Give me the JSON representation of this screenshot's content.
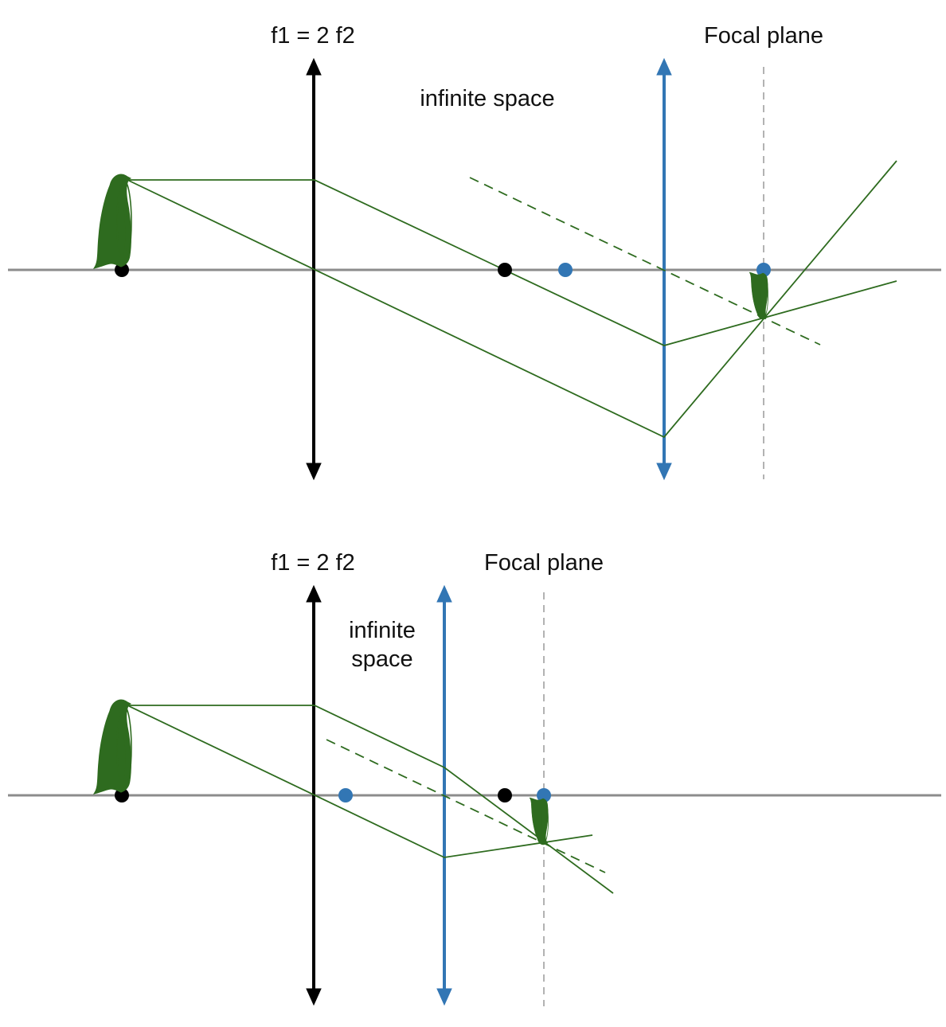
{
  "colors": {
    "axis": "#8c8c8c",
    "lens1": "#000000",
    "lens2": "#3276b4",
    "ray": "#2e6b1f",
    "penguin": "#2e6b1f",
    "focal_plane": "#a0a0a0",
    "focus1": "#000000",
    "focus2": "#3276b4"
  },
  "icons": {
    "object": "penguin-icon",
    "image": "penguin-image-icon"
  },
  "panels": [
    {
      "label_lens": "f1 = 2 f2",
      "label_space": "infinite space",
      "label_focal": "Focal plane"
    },
    {
      "label_lens": "f1 = 2 f2",
      "label_space_lines": [
        "infinite",
        "space"
      ],
      "label_focal": "Focal plane"
    }
  ]
}
